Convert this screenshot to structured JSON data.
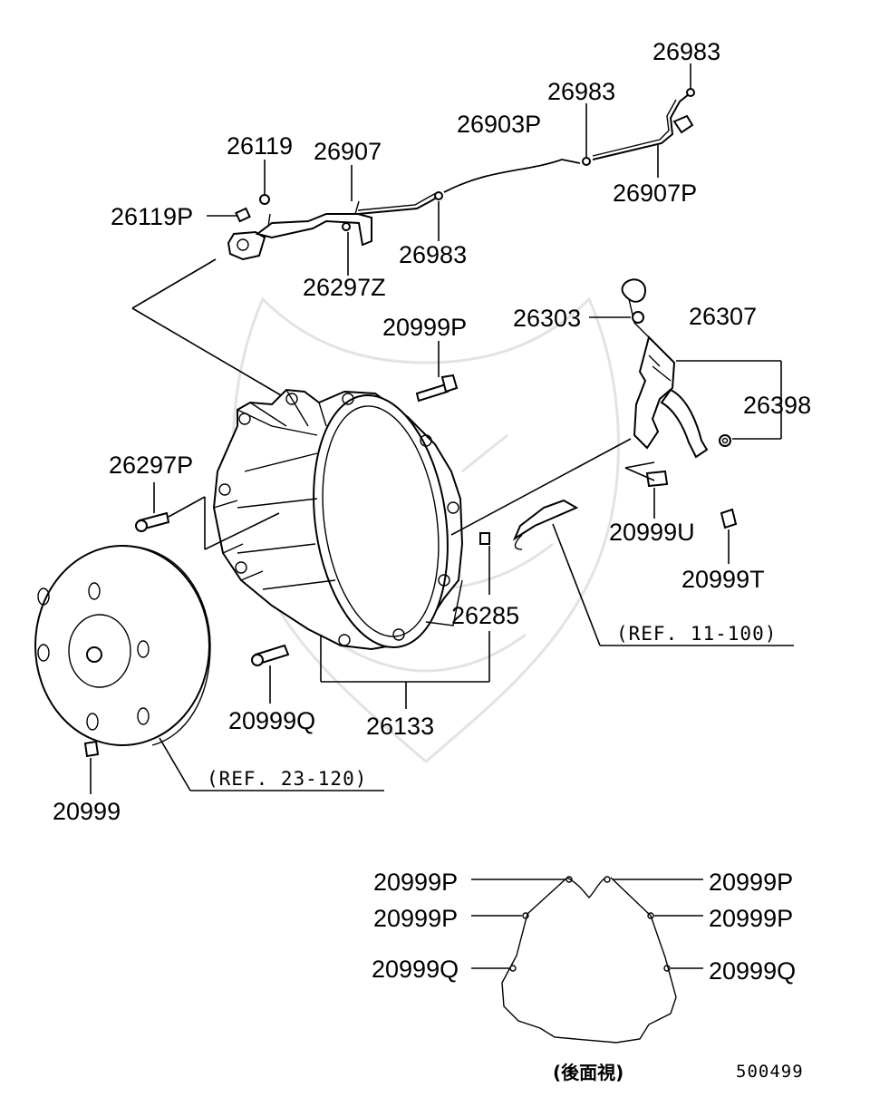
{
  "labels": {
    "l26983a": "26983",
    "l26983b": "26983",
    "l26903P": "26903P",
    "l26907P": "26907P",
    "l26119": "26119",
    "l26907": "26907",
    "l26119P": "26119P",
    "l26983c": "26983",
    "l26297Z": "26297Z",
    "l20999Pa": "20999P",
    "l26303": "26303",
    "l26307": "26307",
    "l26398": "26398",
    "l26297P": "26297P",
    "l20999U": "20999U",
    "l20999T": "20999T",
    "l26285": "26285",
    "l20999Qa": "20999Q",
    "l26133": "26133",
    "l20999": "20999",
    "ref11": "(REF. 11-100)",
    "ref23": "(REF. 23-120)",
    "rv_l1": "20999P",
    "rv_l2": "20999P",
    "rv_l3": "20999Q",
    "rv_r1": "20999P",
    "rv_r2": "20999P",
    "rv_r3": "20999Q",
    "rear_view": "(後面視)",
    "diagram_code": "500499"
  }
}
